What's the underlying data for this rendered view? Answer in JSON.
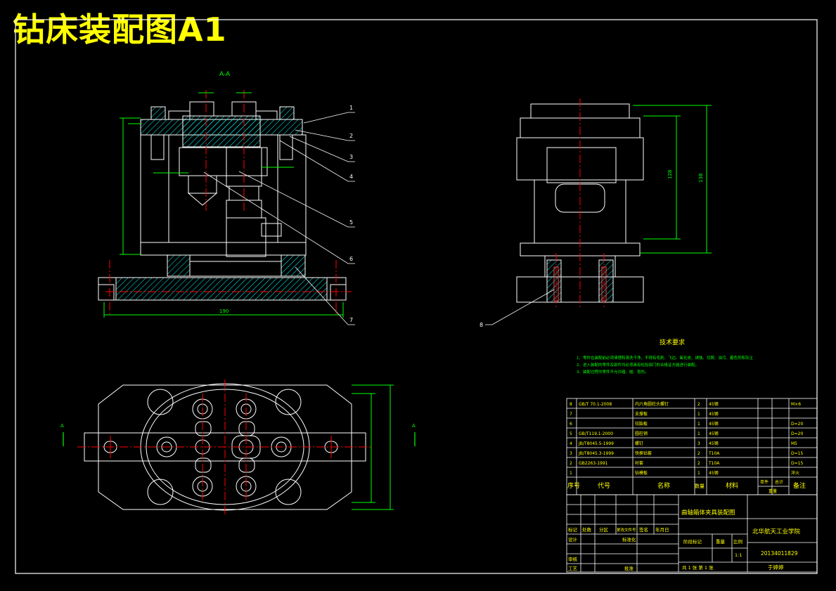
{
  "header": {
    "title": "钻床装配图A1"
  },
  "section_view": {
    "label": "A-A"
  },
  "balloons": [
    "1",
    "2",
    "3",
    "4",
    "5",
    "6",
    "7",
    "8"
  ],
  "dimensions": {
    "plan_width": "190",
    "side_height_1": "128",
    "side_height_2": "138"
  },
  "section_marker": {
    "left": "A",
    "right": "A"
  },
  "tech_requirements": {
    "title": "技术要求",
    "items": [
      "1、零件在装配前必须清理和清洗干净，不得有毛刺、飞边、氧化皮、锈蚀、切屑、油污、着色剂和灰尘",
      "2、进入装配的零件及部件均必须具有检验部门的合格证方能进行装配。",
      "3、装配过程中零件不允许磕、碰、划伤。"
    ]
  },
  "bom": {
    "rows": [
      {
        "no": "8",
        "code": "GB/T 70.1-2008",
        "name": "内六角圆柱头螺钉",
        "qty": "2",
        "material": "45钢",
        "note": "M×6"
      },
      {
        "no": "7",
        "code": "",
        "name": "支撑板",
        "qty": "1",
        "material": "45钢",
        "note": ""
      },
      {
        "no": "6",
        "code": "",
        "name": "铰胎板",
        "qty": "1",
        "material": "45钢",
        "note": "D=20"
      },
      {
        "no": "5",
        "code": "GB/T119.1-2000",
        "name": "圆柱销",
        "qty": "1",
        "material": "45钢",
        "note": "D=20"
      },
      {
        "no": "4",
        "code": "JB/T8045.5-1999",
        "name": "螺钉",
        "qty": "3",
        "material": "45钢",
        "note": "M5"
      },
      {
        "no": "3",
        "code": "JB/T8045.3-1999",
        "name": "快换钻套",
        "qty": "2",
        "material": "T10A",
        "note": "D=15"
      },
      {
        "no": "2",
        "code": "GB2263-1991",
        "name": "衬套",
        "qty": "2",
        "material": "T10A",
        "note": "D=15"
      },
      {
        "no": "1",
        "code": "",
        "name": "钻模板",
        "qty": "1",
        "material": "45钢",
        "note": "淬火"
      }
    ],
    "headers": {
      "no": "序号",
      "code": "代号",
      "name": "名称",
      "qty": "数量",
      "material": "材料",
      "unit_weight": "单件",
      "total_weight": "总计",
      "weight": "重量",
      "note": "备注"
    }
  },
  "title_block": {
    "drawing_name": "曲轴箱体夹具装配图",
    "school": "北华航天工业学院",
    "student_id": "20134011829",
    "student_name": "于婷婷",
    "scale": "1:1",
    "labels": {
      "mark": "标记",
      "zones": "处数",
      "partition": "分区",
      "change_doc": "更改文件号",
      "signature": "签名",
      "date": "年月日",
      "design": "设计",
      "standardize": "标准化",
      "stage_mark": "阶段标记",
      "weight": "重量",
      "ratio": "比例",
      "check": "审核",
      "process": "工艺",
      "approve": "批准",
      "sheets": "共 1 张  第 1 张"
    }
  },
  "colors": {
    "background": "#000000",
    "outline": "#ffffff",
    "dimension": "#00ff00",
    "centerline": "#ff0000",
    "hatch": "#00ffff",
    "title": "#ffff00",
    "note_text": "#ffff00"
  }
}
